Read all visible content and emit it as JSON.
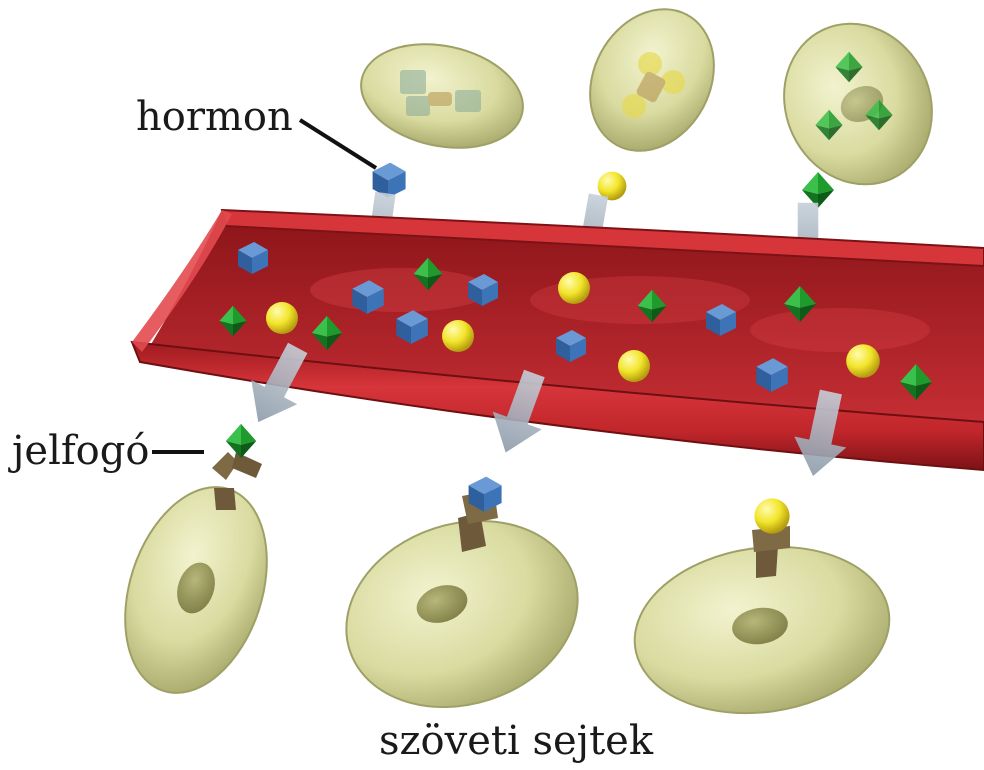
{
  "labels": {
    "hormone": "hormon",
    "receptor": "jelfogó",
    "tissue_cells": "szöveti sejtek"
  },
  "colors": {
    "background": "#ffffff",
    "vessel": "#c0262b",
    "vessel_dark": "#7d1216",
    "cell": "#d9dba0",
    "nucleus": "#9a9a5a",
    "hormone_blue": "#3d74b8",
    "hormone_green": "#1f9a2c",
    "hormone_yellow": "#f2e52a",
    "receptor": "#6e5a3a",
    "arrow": "#a9b7c4"
  },
  "molecules": {
    "blue": "blue-cube-icon",
    "green": "green-octahedron-icon",
    "yellow": "yellow-sphere-icon"
  }
}
